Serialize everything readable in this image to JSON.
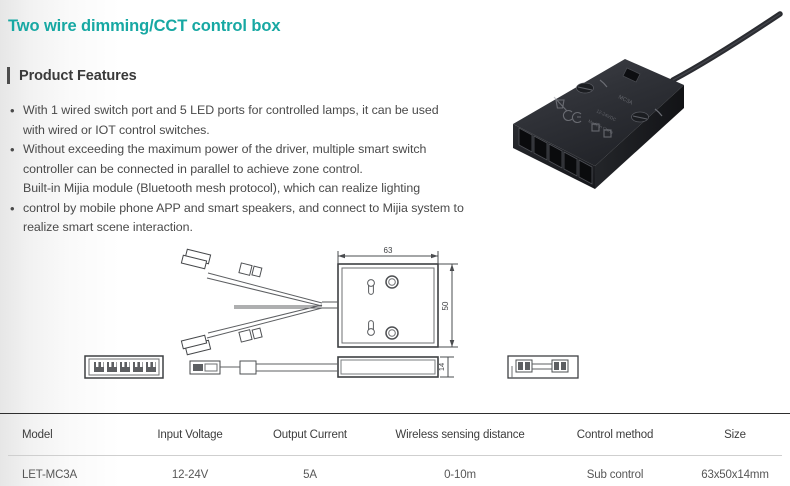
{
  "title": "Two wire dimming/CCT control box",
  "accent_color": "#17a8a3",
  "section": {
    "heading": "Product Features"
  },
  "features": [
    {
      "bullet": true,
      "lines": [
        "With 1 wired switch port and 5 LED ports for controlled lamps, it can be used",
        "with wired or IOT control switches."
      ]
    },
    {
      "bullet": true,
      "lines": [
        "Without exceeding the maximum power of the driver, multiple smart switch",
        "controller can be connected in parallel to achieve zone control.",
        "Built-in Mijia module (Bluetooth mesh protocol), which can realize lighting"
      ]
    },
    {
      "bullet": true,
      "lines": [
        "control by mobile phone APP and smart speakers, and connect to Mijia system to",
        "realize smart scene interaction."
      ]
    }
  ],
  "drawing": {
    "dim_width": "63",
    "dim_height": "50",
    "dim_depth": "14"
  },
  "table": {
    "headers": [
      "Model",
      "Input Voltage",
      "Output Current",
      "Wireless sensing distance",
      "Control method",
      "Size"
    ],
    "rows": [
      {
        "model": "LET-MC3A",
        "input_voltage": "12-24V",
        "output_current": "5A",
        "wireless_sensing_distance": "0-10m",
        "control_method": "Sub control",
        "size": "63x50x14mm"
      }
    ]
  }
}
